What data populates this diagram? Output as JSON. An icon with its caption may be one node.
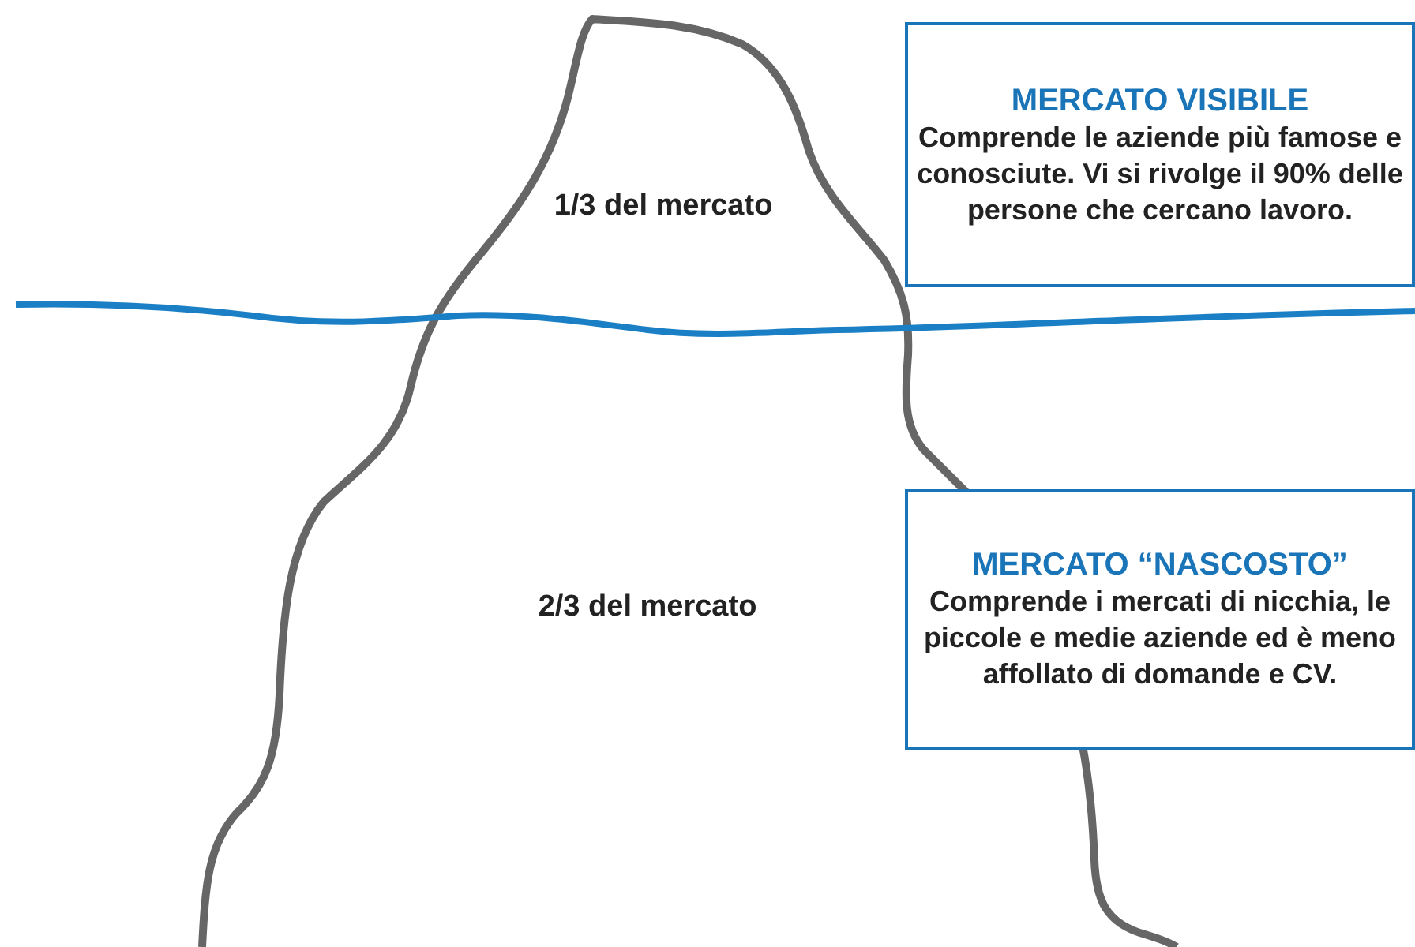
{
  "diagram": {
    "nodes": [
      {
        "text": [
          "MERCATO VISIBILE",
          "Comprende le aziende più famose e conosciute. Vi si rivolge il 90% delle persone che cercano lavoro."
        ]
      },
      {
        "text": [
          "MERCATO “NASCOSTO”",
          "Comprende i mercati di nicchia, le piccole e medie aziende ed è meno affollato di domande e CV."
        ]
      }
    ],
    "labels": [
      "1/3 del mercato",
      "2/3 del mercato"
    ]
  }
}
